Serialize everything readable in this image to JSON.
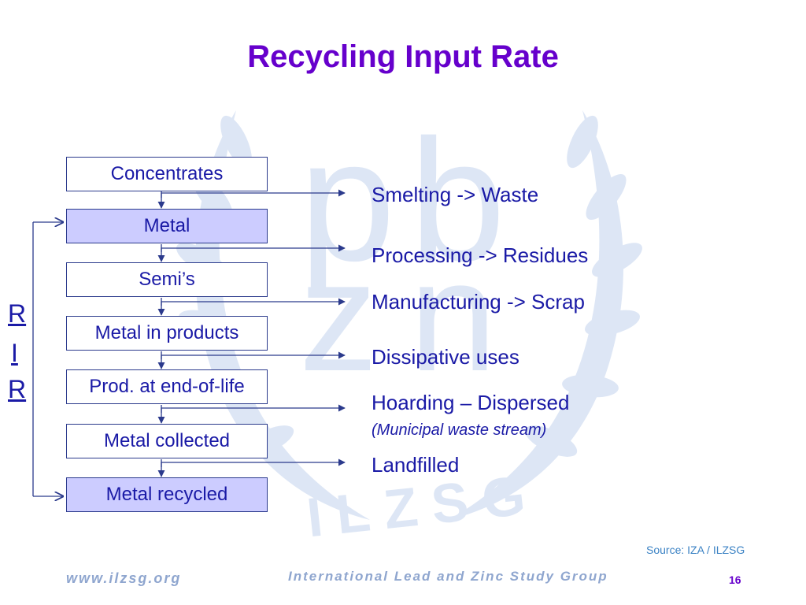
{
  "title": "Recycling Input Rate",
  "watermark": {
    "letters": [
      "p",
      "b",
      "z",
      "n"
    ],
    "brand": "ILZSG"
  },
  "flow_boxes": [
    {
      "label": "Concentrates",
      "highlight": false
    },
    {
      "label": "Metal",
      "highlight": true
    },
    {
      "label": "Semi’s",
      "highlight": false
    },
    {
      "label": "Metal in products",
      "highlight": false
    },
    {
      "label": "Prod. at end-of-life",
      "highlight": false
    },
    {
      "label": "Metal collected",
      "highlight": false
    },
    {
      "label": "Metal recycled",
      "highlight": true
    }
  ],
  "outputs": [
    {
      "label": "Smelting -> Waste"
    },
    {
      "label": "Processing -> Residues"
    },
    {
      "label": "Manufacturing -> Scrap"
    },
    {
      "label": "Dissipative uses"
    },
    {
      "label": "Hoarding – Dispersed",
      "sublabel": "(Municipal waste stream)"
    },
    {
      "label": "Landfilled"
    }
  ],
  "rir_letters": [
    "R",
    "I",
    "R"
  ],
  "source": "Source: IZA / ILZSG",
  "footer": {
    "url": "www.ilzsg.org",
    "org": "International Lead and Zinc Study Group",
    "page": "16"
  },
  "colors": {
    "title": "#6600cc",
    "text": "#1a1aa6",
    "box_border": "#2b3a8c",
    "box_highlight": "#ccccff",
    "arrow": "#2b3a8c",
    "watermark": "#dde6f5",
    "footer": "#8fa6cf"
  }
}
